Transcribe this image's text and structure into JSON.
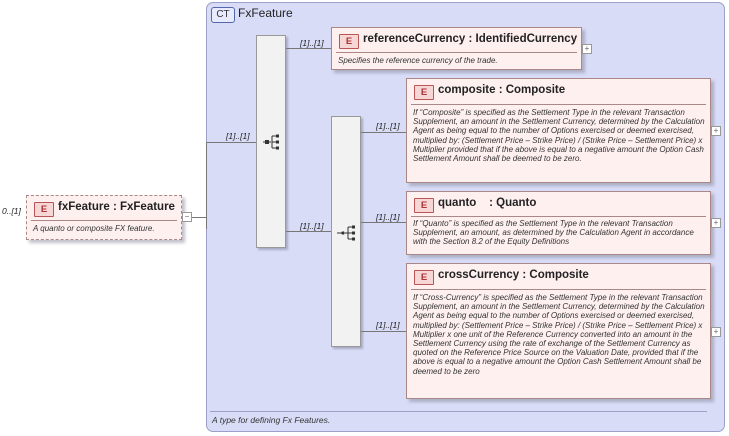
{
  "complex_type": {
    "badge": "CT",
    "name": "FxFeature",
    "footer": "A type for defining Fx Features."
  },
  "root_element": {
    "badge": "E",
    "name": "fxFeature : FxFeature",
    "description": "A quanto or composite FX feature.",
    "cardinality": "0..[1]"
  },
  "sequence_cardinality": "[1]..[1]",
  "choice_cardinality": "[1]..[1]",
  "elements": [
    {
      "badge": "E",
      "name": "referenceCurrency : IdentifiedCurrency",
      "cardinality": "[1]..[1]",
      "description": "Specifies the reference currency of the trade."
    },
    {
      "badge": "E",
      "name": "composite : Composite",
      "cardinality": "[1]..[1]",
      "description": "If “Composite” is specified as the Settlement Type in the relevant Transaction Supplement, an amount in the Settlement Currency, determined by the Calculation Agent as being equal to the number of Options exercised or deemed exercised, multiplied by: (Settlement Price – Strike Price) / (Strike Price – Settlement Price) x Multiplier provided that if the above is equal to a negative amount the Option Cash Settlement Amount shall be deemed to be zero."
    },
    {
      "badge": "E",
      "name": "quanto    : Quanto",
      "cardinality": "[1]..[1]",
      "description": "If “Quanto” is specified as the Settlement Type in the relevant Transaction Supplement, an amount, as determined by the Calculation Agent in accordance with the Section 8.2 of the Equity Definitions"
    },
    {
      "badge": "E",
      "name": "crossCurrency : Composite",
      "cardinality": "[1]..[1]",
      "description": "If “Cross-Currency” is specified as the Settlement Type in the relevant Transaction Supplement, an amount in the Settlement Currency, determined by the Calculation Agent as being equal to the number of Options exercised or deemed exercised, multiplied by: (Settlement Price – Strike Price) / (Strike Price – Settlement Price) x Multiplier x one unit of the Reference Currency converted into an amount in the Settlement Currency using the rate of exchange of the Settlement Currency as quoted on the Reference Price Source on the Valuation Date, provided that if the above is equal to a negative amount the Option Cash Settlement Amount shall be deemed to be zero"
    }
  ],
  "expand_symbol": "+",
  "collapse_symbol": "−"
}
